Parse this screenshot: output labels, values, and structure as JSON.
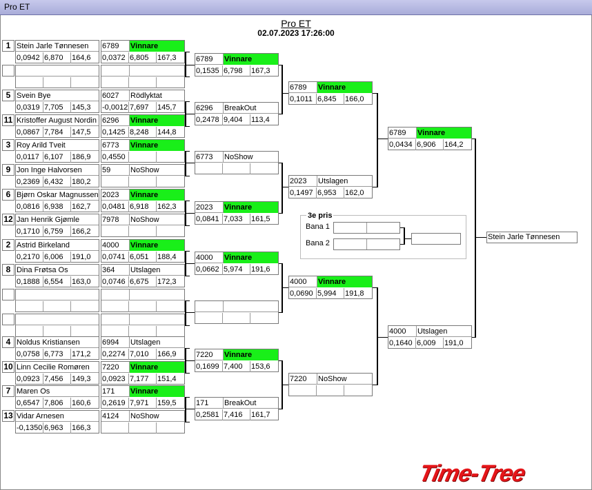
{
  "window": {
    "title": "Pro ET"
  },
  "header": {
    "title": "Pro ET",
    "date": "02.07.2023 17:26:00"
  },
  "seeds": {
    "s1": "1",
    "s5": "5",
    "s11": "11",
    "s3": "3",
    "s9": "9",
    "s6": "6",
    "s12": "12",
    "s2": "2",
    "s8": "8",
    "s4": "4",
    "s10": "10",
    "s7": "7",
    "s13": "13"
  },
  "r0": {
    "p1": {
      "name": "Stein Jarle Tønnesen",
      "rt": "0,0942",
      "et": "6,870",
      "mph": "164,6"
    },
    "p2": {
      "name": "",
      "rt": "",
      "et": "",
      "mph": ""
    },
    "p3": {
      "name": "Svein Bye",
      "rt": "0,0319",
      "et": "7,705",
      "mph": "145,3"
    },
    "p4": {
      "name": "Kristoffer August Nordin",
      "rt": "0,0867",
      "et": "7,784",
      "mph": "147,5"
    },
    "p5": {
      "name": "Roy Arild Tveit",
      "rt": "0,0117",
      "et": "6,107",
      "mph": "186,9"
    },
    "p6": {
      "name": "Jon Inge Halvorsen",
      "rt": "0,2369",
      "et": "6,432",
      "mph": "180,2"
    },
    "p7": {
      "name": "Bjørn Oskar Magnussen",
      "rt": "0,0816",
      "et": "6,938",
      "mph": "162,7"
    },
    "p8": {
      "name": "Jan Henrik Gjømle",
      "rt": "0,1710",
      "et": "6,759",
      "mph": "166,2"
    },
    "p9": {
      "name": "Astrid Birkeland",
      "rt": "0,2170",
      "et": "6,006",
      "mph": "191,0"
    },
    "p10": {
      "name": "Dina Frøtsa Os",
      "rt": "0,1888",
      "et": "6,554",
      "mph": "163,0"
    },
    "p11": {
      "name": "",
      "rt": "",
      "et": "",
      "mph": ""
    },
    "p12": {
      "name": "",
      "rt": "",
      "et": "",
      "mph": ""
    },
    "p13": {
      "name": "Noldus Kristiansen",
      "rt": "0,0758",
      "et": "6,773",
      "mph": "171,2"
    },
    "p14": {
      "name": "Linn Cecilie Romøren",
      "rt": "0,0923",
      "et": "7,456",
      "mph": "149,3"
    },
    "p15": {
      "name": "Maren Os",
      "rt": "0,6547",
      "et": "7,806",
      "mph": "160,6"
    },
    "p16": {
      "name": "Vidar Arnesen",
      "rt": "-0,1350",
      "et": "6,963",
      "mph": "166,3"
    }
  },
  "r1": {
    "p1": {
      "num": "6789",
      "status": "Vinnare",
      "rt": "0,0372",
      "et": "6,805",
      "mph": "167,3"
    },
    "p2": {
      "num": "",
      "status": "",
      "rt": "",
      "et": "",
      "mph": ""
    },
    "p3": {
      "num": "6027",
      "status": "Rödlyktat",
      "rt": "-0,0012",
      "et": "7,697",
      "mph": "145,7"
    },
    "p4": {
      "num": "6296",
      "status": "Vinnare",
      "rt": "0,1425",
      "et": "8,248",
      "mph": "144,8"
    },
    "p5": {
      "num": "6773",
      "status": "Vinnare",
      "rt": "0,4550",
      "et": "",
      "mph": ""
    },
    "p6": {
      "num": "59",
      "status": "NoShow",
      "rt": "",
      "et": "",
      "mph": ""
    },
    "p7": {
      "num": "2023",
      "status": "Vinnare",
      "rt": "0,0481",
      "et": "6,918",
      "mph": "162,3"
    },
    "p8": {
      "num": "7978",
      "status": "NoShow",
      "rt": "",
      "et": "",
      "mph": ""
    },
    "p9": {
      "num": "4000",
      "status": "Vinnare",
      "rt": "0,0741",
      "et": "6,051",
      "mph": "188,4"
    },
    "p10": {
      "num": "364",
      "status": "Utslagen",
      "rt": "0,0746",
      "et": "6,675",
      "mph": "172,3"
    },
    "p11": {
      "num": "",
      "status": "",
      "rt": "",
      "et": "",
      "mph": ""
    },
    "p12": {
      "num": "",
      "status": "",
      "rt": "",
      "et": "",
      "mph": ""
    },
    "p13": {
      "num": "6994",
      "status": "Utslagen",
      "rt": "0,2274",
      "et": "7,010",
      "mph": "166,9"
    },
    "p14": {
      "num": "7220",
      "status": "Vinnare",
      "rt": "0,0923",
      "et": "7,177",
      "mph": "151,4"
    },
    "p15": {
      "num": "171",
      "status": "Vinnare",
      "rt": "0,2619",
      "et": "7,971",
      "mph": "159,5"
    },
    "p16": {
      "num": "4124",
      "status": "NoShow",
      "rt": "",
      "et": "",
      "mph": ""
    }
  },
  "r2": {
    "p1": {
      "num": "6789",
      "status": "Vinnare",
      "rt": "0,1535",
      "et": "6,798",
      "mph": "167,3"
    },
    "p2": {
      "num": "6296",
      "status": "BreakOut",
      "rt": "0,2478",
      "et": "9,404",
      "mph": "113,4"
    },
    "p3": {
      "num": "6773",
      "status": "NoShow",
      "rt": "",
      "et": "",
      "mph": ""
    },
    "p4": {
      "num": "2023",
      "status": "Vinnare",
      "rt": "0,0841",
      "et": "7,033",
      "mph": "161,5"
    },
    "p5": {
      "num": "4000",
      "status": "Vinnare",
      "rt": "0,0662",
      "et": "5,974",
      "mph": "191,6"
    },
    "p6": {
      "num": "",
      "status": "",
      "rt": "",
      "et": "",
      "mph": ""
    },
    "p7": {
      "num": "7220",
      "status": "Vinnare",
      "rt": "0,1699",
      "et": "7,400",
      "mph": "153,6"
    },
    "p8": {
      "num": "171",
      "status": "BreakOut",
      "rt": "0,2581",
      "et": "7,416",
      "mph": "161,7"
    }
  },
  "r3": {
    "p1": {
      "num": "6789",
      "status": "Vinnare",
      "rt": "0,1011",
      "et": "6,845",
      "mph": "166,0"
    },
    "p2": {
      "num": "2023",
      "status": "Utslagen",
      "rt": "0,1497",
      "et": "6,953",
      "mph": "162,0"
    },
    "p3": {
      "num": "4000",
      "status": "Vinnare",
      "rt": "0,0690",
      "et": "5,994",
      "mph": "191,8"
    },
    "p4": {
      "num": "7220",
      "status": "NoShow",
      "rt": "",
      "et": "",
      "mph": ""
    }
  },
  "r4": {
    "p1": {
      "num": "6789",
      "status": "Vinnare",
      "rt": "0,0434",
      "et": "6,906",
      "mph": "164,2"
    },
    "p2": {
      "num": "4000",
      "status": "Utslagen",
      "rt": "0,1640",
      "et": "6,009",
      "mph": "191,0"
    }
  },
  "third": {
    "title": "3e pris",
    "lane1": "Bana 1",
    "lane2": "Bana 2"
  },
  "final": {
    "winner": "Stein Jarle Tønnesen"
  },
  "logo": "Time-Tree",
  "colors": {
    "winner": "#19ef19",
    "logo": "#e5161a"
  }
}
